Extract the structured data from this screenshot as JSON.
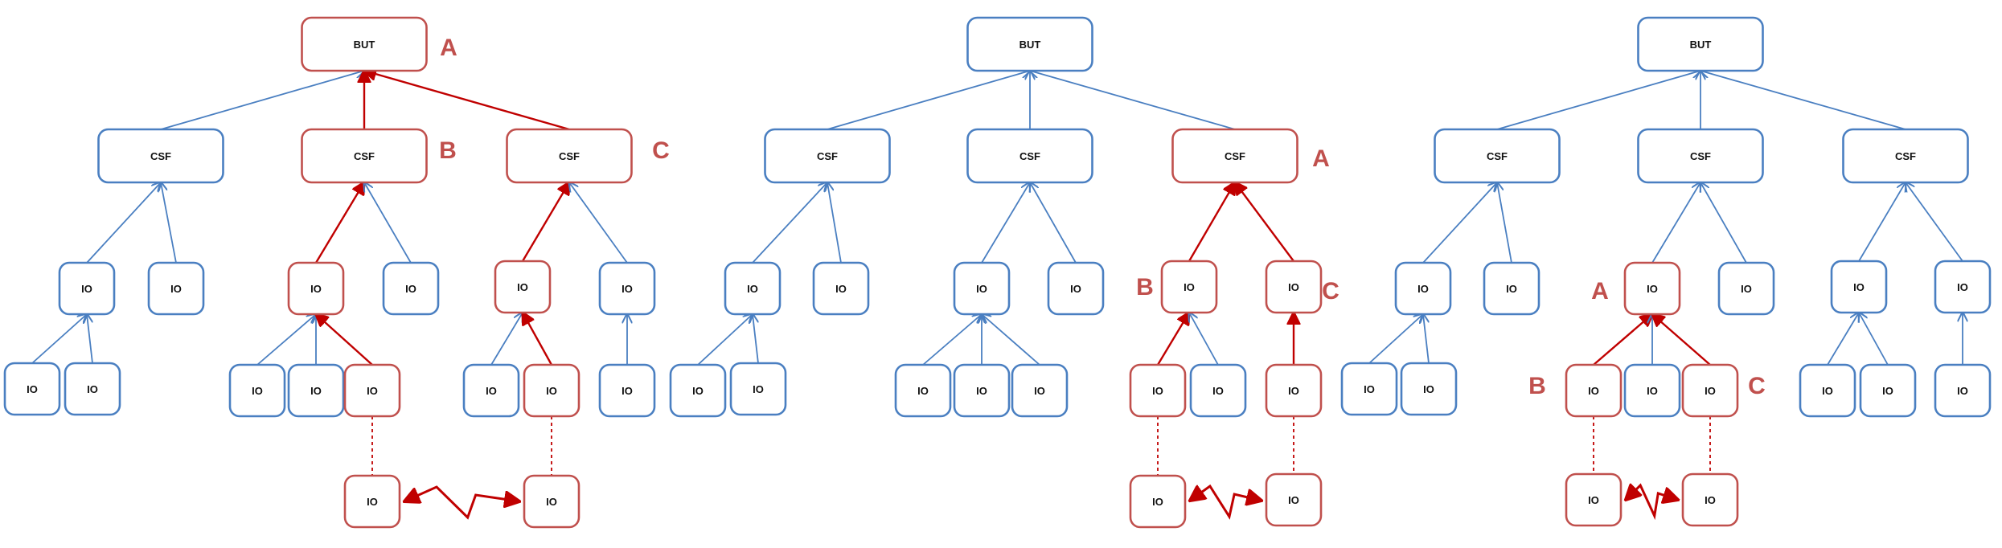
{
  "colors": {
    "blue": "#4a7fc1",
    "red": "#c0504d",
    "red_edge": "#c00000",
    "label": "#c0504d"
  },
  "diagrams": [
    {
      "id": "d1",
      "nodes": [
        {
          "id": "but",
          "text": "BUT",
          "color": "red"
        },
        {
          "id": "csf1",
          "text": "CSF",
          "color": "blue"
        },
        {
          "id": "csf2",
          "text": "CSF",
          "color": "red"
        },
        {
          "id": "csf3",
          "text": "CSF",
          "color": "red"
        },
        {
          "id": "io11",
          "text": "IO",
          "color": "blue"
        },
        {
          "id": "io12",
          "text": "IO",
          "color": "blue"
        },
        {
          "id": "io111",
          "text": "IO",
          "color": "blue"
        },
        {
          "id": "io112",
          "text": "IO",
          "color": "blue"
        },
        {
          "id": "io21",
          "text": "IO",
          "color": "red"
        },
        {
          "id": "io22",
          "text": "IO",
          "color": "blue"
        },
        {
          "id": "io211",
          "text": "IO",
          "color": "blue"
        },
        {
          "id": "io212",
          "text": "IO",
          "color": "blue"
        },
        {
          "id": "io213",
          "text": "IO",
          "color": "red"
        },
        {
          "id": "io31",
          "text": "IO",
          "color": "red"
        },
        {
          "id": "io32",
          "text": "IO",
          "color": "blue"
        },
        {
          "id": "io311",
          "text": "IO",
          "color": "blue"
        },
        {
          "id": "io312",
          "text": "IO",
          "color": "red"
        },
        {
          "id": "io321",
          "text": "IO",
          "color": "blue"
        },
        {
          "id": "ioA",
          "text": "IO",
          "color": "red"
        },
        {
          "id": "ioB",
          "text": "IO",
          "color": "red"
        }
      ],
      "edges": [
        {
          "from": "csf1",
          "to": "but",
          "color": "blue"
        },
        {
          "from": "csf2",
          "to": "but",
          "color": "red"
        },
        {
          "from": "csf3",
          "to": "but",
          "color": "red"
        },
        {
          "from": "io11",
          "to": "csf1",
          "color": "blue"
        },
        {
          "from": "io12",
          "to": "csf1",
          "color": "blue"
        },
        {
          "from": "io111",
          "to": "io11",
          "color": "blue"
        },
        {
          "from": "io112",
          "to": "io11",
          "color": "blue"
        },
        {
          "from": "io21",
          "to": "csf2",
          "color": "red"
        },
        {
          "from": "io22",
          "to": "csf2",
          "color": "blue"
        },
        {
          "from": "io211",
          "to": "io21",
          "color": "blue"
        },
        {
          "from": "io212",
          "to": "io21",
          "color": "blue"
        },
        {
          "from": "io213",
          "to": "io21",
          "color": "red"
        },
        {
          "from": "io31",
          "to": "csf3",
          "color": "red"
        },
        {
          "from": "io32",
          "to": "csf3",
          "color": "blue"
        },
        {
          "from": "io311",
          "to": "io31",
          "color": "blue"
        },
        {
          "from": "io312",
          "to": "io31",
          "color": "red"
        },
        {
          "from": "io321",
          "to": "io32",
          "color": "blue"
        }
      ],
      "dashed": [
        {
          "from": "io213",
          "to": "ioA"
        },
        {
          "from": "io312",
          "to": "ioB"
        }
      ],
      "zigzag": {
        "from": "ioA",
        "to": "ioB"
      },
      "labels": [
        {
          "text": "A",
          "node": "but"
        },
        {
          "text": "B",
          "node": "csf2"
        },
        {
          "text": "C",
          "node": "csf3"
        }
      ]
    },
    {
      "id": "d2",
      "nodes": [
        {
          "id": "but",
          "text": "BUT",
          "color": "blue"
        },
        {
          "id": "csf1",
          "text": "CSF",
          "color": "blue"
        },
        {
          "id": "csf2",
          "text": "CSF",
          "color": "blue"
        },
        {
          "id": "csf3",
          "text": "CSF",
          "color": "red"
        },
        {
          "id": "io11",
          "text": "IO",
          "color": "blue"
        },
        {
          "id": "io12",
          "text": "IO",
          "color": "blue"
        },
        {
          "id": "io111",
          "text": "IO",
          "color": "blue"
        },
        {
          "id": "io112",
          "text": "IO",
          "color": "blue"
        },
        {
          "id": "io21",
          "text": "IO",
          "color": "blue"
        },
        {
          "id": "io22",
          "text": "IO",
          "color": "blue"
        },
        {
          "id": "io211",
          "text": "IO",
          "color": "blue"
        },
        {
          "id": "io212",
          "text": "IO",
          "color": "blue"
        },
        {
          "id": "io213",
          "text": "IO",
          "color": "blue"
        },
        {
          "id": "io31",
          "text": "IO",
          "color": "red"
        },
        {
          "id": "io32",
          "text": "IO",
          "color": "red"
        },
        {
          "id": "io311",
          "text": "IO",
          "color": "red"
        },
        {
          "id": "io312",
          "text": "IO",
          "color": "blue"
        },
        {
          "id": "io321",
          "text": "IO",
          "color": "red"
        },
        {
          "id": "ioA",
          "text": "IO",
          "color": "red"
        },
        {
          "id": "ioB",
          "text": "IO",
          "color": "red"
        }
      ],
      "edges": [
        {
          "from": "csf1",
          "to": "but",
          "color": "blue"
        },
        {
          "from": "csf2",
          "to": "but",
          "color": "blue"
        },
        {
          "from": "csf3",
          "to": "but",
          "color": "blue"
        },
        {
          "from": "io11",
          "to": "csf1",
          "color": "blue"
        },
        {
          "from": "io12",
          "to": "csf1",
          "color": "blue"
        },
        {
          "from": "io111",
          "to": "io11",
          "color": "blue"
        },
        {
          "from": "io112",
          "to": "io11",
          "color": "blue"
        },
        {
          "from": "io21",
          "to": "csf2",
          "color": "blue"
        },
        {
          "from": "io22",
          "to": "csf2",
          "color": "blue"
        },
        {
          "from": "io211",
          "to": "io21",
          "color": "blue"
        },
        {
          "from": "io212",
          "to": "io21",
          "color": "blue"
        },
        {
          "from": "io213",
          "to": "io21",
          "color": "blue"
        },
        {
          "from": "io31",
          "to": "csf3",
          "color": "red"
        },
        {
          "from": "io32",
          "to": "csf3",
          "color": "red"
        },
        {
          "from": "io311",
          "to": "io31",
          "color": "red"
        },
        {
          "from": "io312",
          "to": "io31",
          "color": "blue"
        },
        {
          "from": "io321",
          "to": "io32",
          "color": "red"
        }
      ],
      "dashed": [
        {
          "from": "io311",
          "to": "ioA"
        },
        {
          "from": "io321",
          "to": "ioB"
        }
      ],
      "zigzag": {
        "from": "ioA",
        "to": "ioB"
      },
      "labels": [
        {
          "text": "A",
          "node": "csf3"
        },
        {
          "text": "B",
          "node": "io31"
        },
        {
          "text": "C",
          "node": "io32"
        }
      ]
    },
    {
      "id": "d3",
      "nodes": [
        {
          "id": "but",
          "text": "BUT",
          "color": "blue"
        },
        {
          "id": "csf1",
          "text": "CSF",
          "color": "blue"
        },
        {
          "id": "csf2",
          "text": "CSF",
          "color": "blue"
        },
        {
          "id": "csf3",
          "text": "CSF",
          "color": "blue"
        },
        {
          "id": "io11",
          "text": "IO",
          "color": "blue"
        },
        {
          "id": "io12",
          "text": "IO",
          "color": "blue"
        },
        {
          "id": "io111",
          "text": "IO",
          "color": "blue"
        },
        {
          "id": "io112",
          "text": "IO",
          "color": "blue"
        },
        {
          "id": "io21",
          "text": "IO",
          "color": "red"
        },
        {
          "id": "io22",
          "text": "IO",
          "color": "blue"
        },
        {
          "id": "io211",
          "text": "IO",
          "color": "red"
        },
        {
          "id": "io212",
          "text": "IO",
          "color": "blue"
        },
        {
          "id": "io213",
          "text": "IO",
          "color": "red"
        },
        {
          "id": "io31",
          "text": "IO",
          "color": "blue"
        },
        {
          "id": "io32",
          "text": "IO",
          "color": "blue"
        },
        {
          "id": "io311",
          "text": "IO",
          "color": "blue"
        },
        {
          "id": "io312",
          "text": "IO",
          "color": "blue"
        },
        {
          "id": "io321",
          "text": "IO",
          "color": "blue"
        },
        {
          "id": "ioA",
          "text": "IO",
          "color": "red"
        },
        {
          "id": "ioB",
          "text": "IO",
          "color": "red"
        }
      ],
      "edges": [
        {
          "from": "csf1",
          "to": "but",
          "color": "blue"
        },
        {
          "from": "csf2",
          "to": "but",
          "color": "blue"
        },
        {
          "from": "csf3",
          "to": "but",
          "color": "blue"
        },
        {
          "from": "io11",
          "to": "csf1",
          "color": "blue"
        },
        {
          "from": "io12",
          "to": "csf1",
          "color": "blue"
        },
        {
          "from": "io111",
          "to": "io11",
          "color": "blue"
        },
        {
          "from": "io112",
          "to": "io11",
          "color": "blue"
        },
        {
          "from": "io21",
          "to": "csf2",
          "color": "blue"
        },
        {
          "from": "io22",
          "to": "csf2",
          "color": "blue"
        },
        {
          "from": "io211",
          "to": "io21",
          "color": "red"
        },
        {
          "from": "io212",
          "to": "io21",
          "color": "blue"
        },
        {
          "from": "io213",
          "to": "io21",
          "color": "red"
        },
        {
          "from": "io31",
          "to": "csf3",
          "color": "blue"
        },
        {
          "from": "io32",
          "to": "csf3",
          "color": "blue"
        },
        {
          "from": "io311",
          "to": "io31",
          "color": "blue"
        },
        {
          "from": "io312",
          "to": "io31",
          "color": "blue"
        },
        {
          "from": "io321",
          "to": "io32",
          "color": "blue"
        }
      ],
      "dashed": [
        {
          "from": "io211",
          "to": "ioA"
        },
        {
          "from": "io213",
          "to": "ioB"
        }
      ],
      "zigzag": {
        "from": "ioA",
        "to": "ioB"
      },
      "labels": [
        {
          "text": "A",
          "node": "io21"
        },
        {
          "text": "B",
          "node": "io211"
        },
        {
          "text": "C",
          "node": "io213"
        }
      ]
    }
  ]
}
